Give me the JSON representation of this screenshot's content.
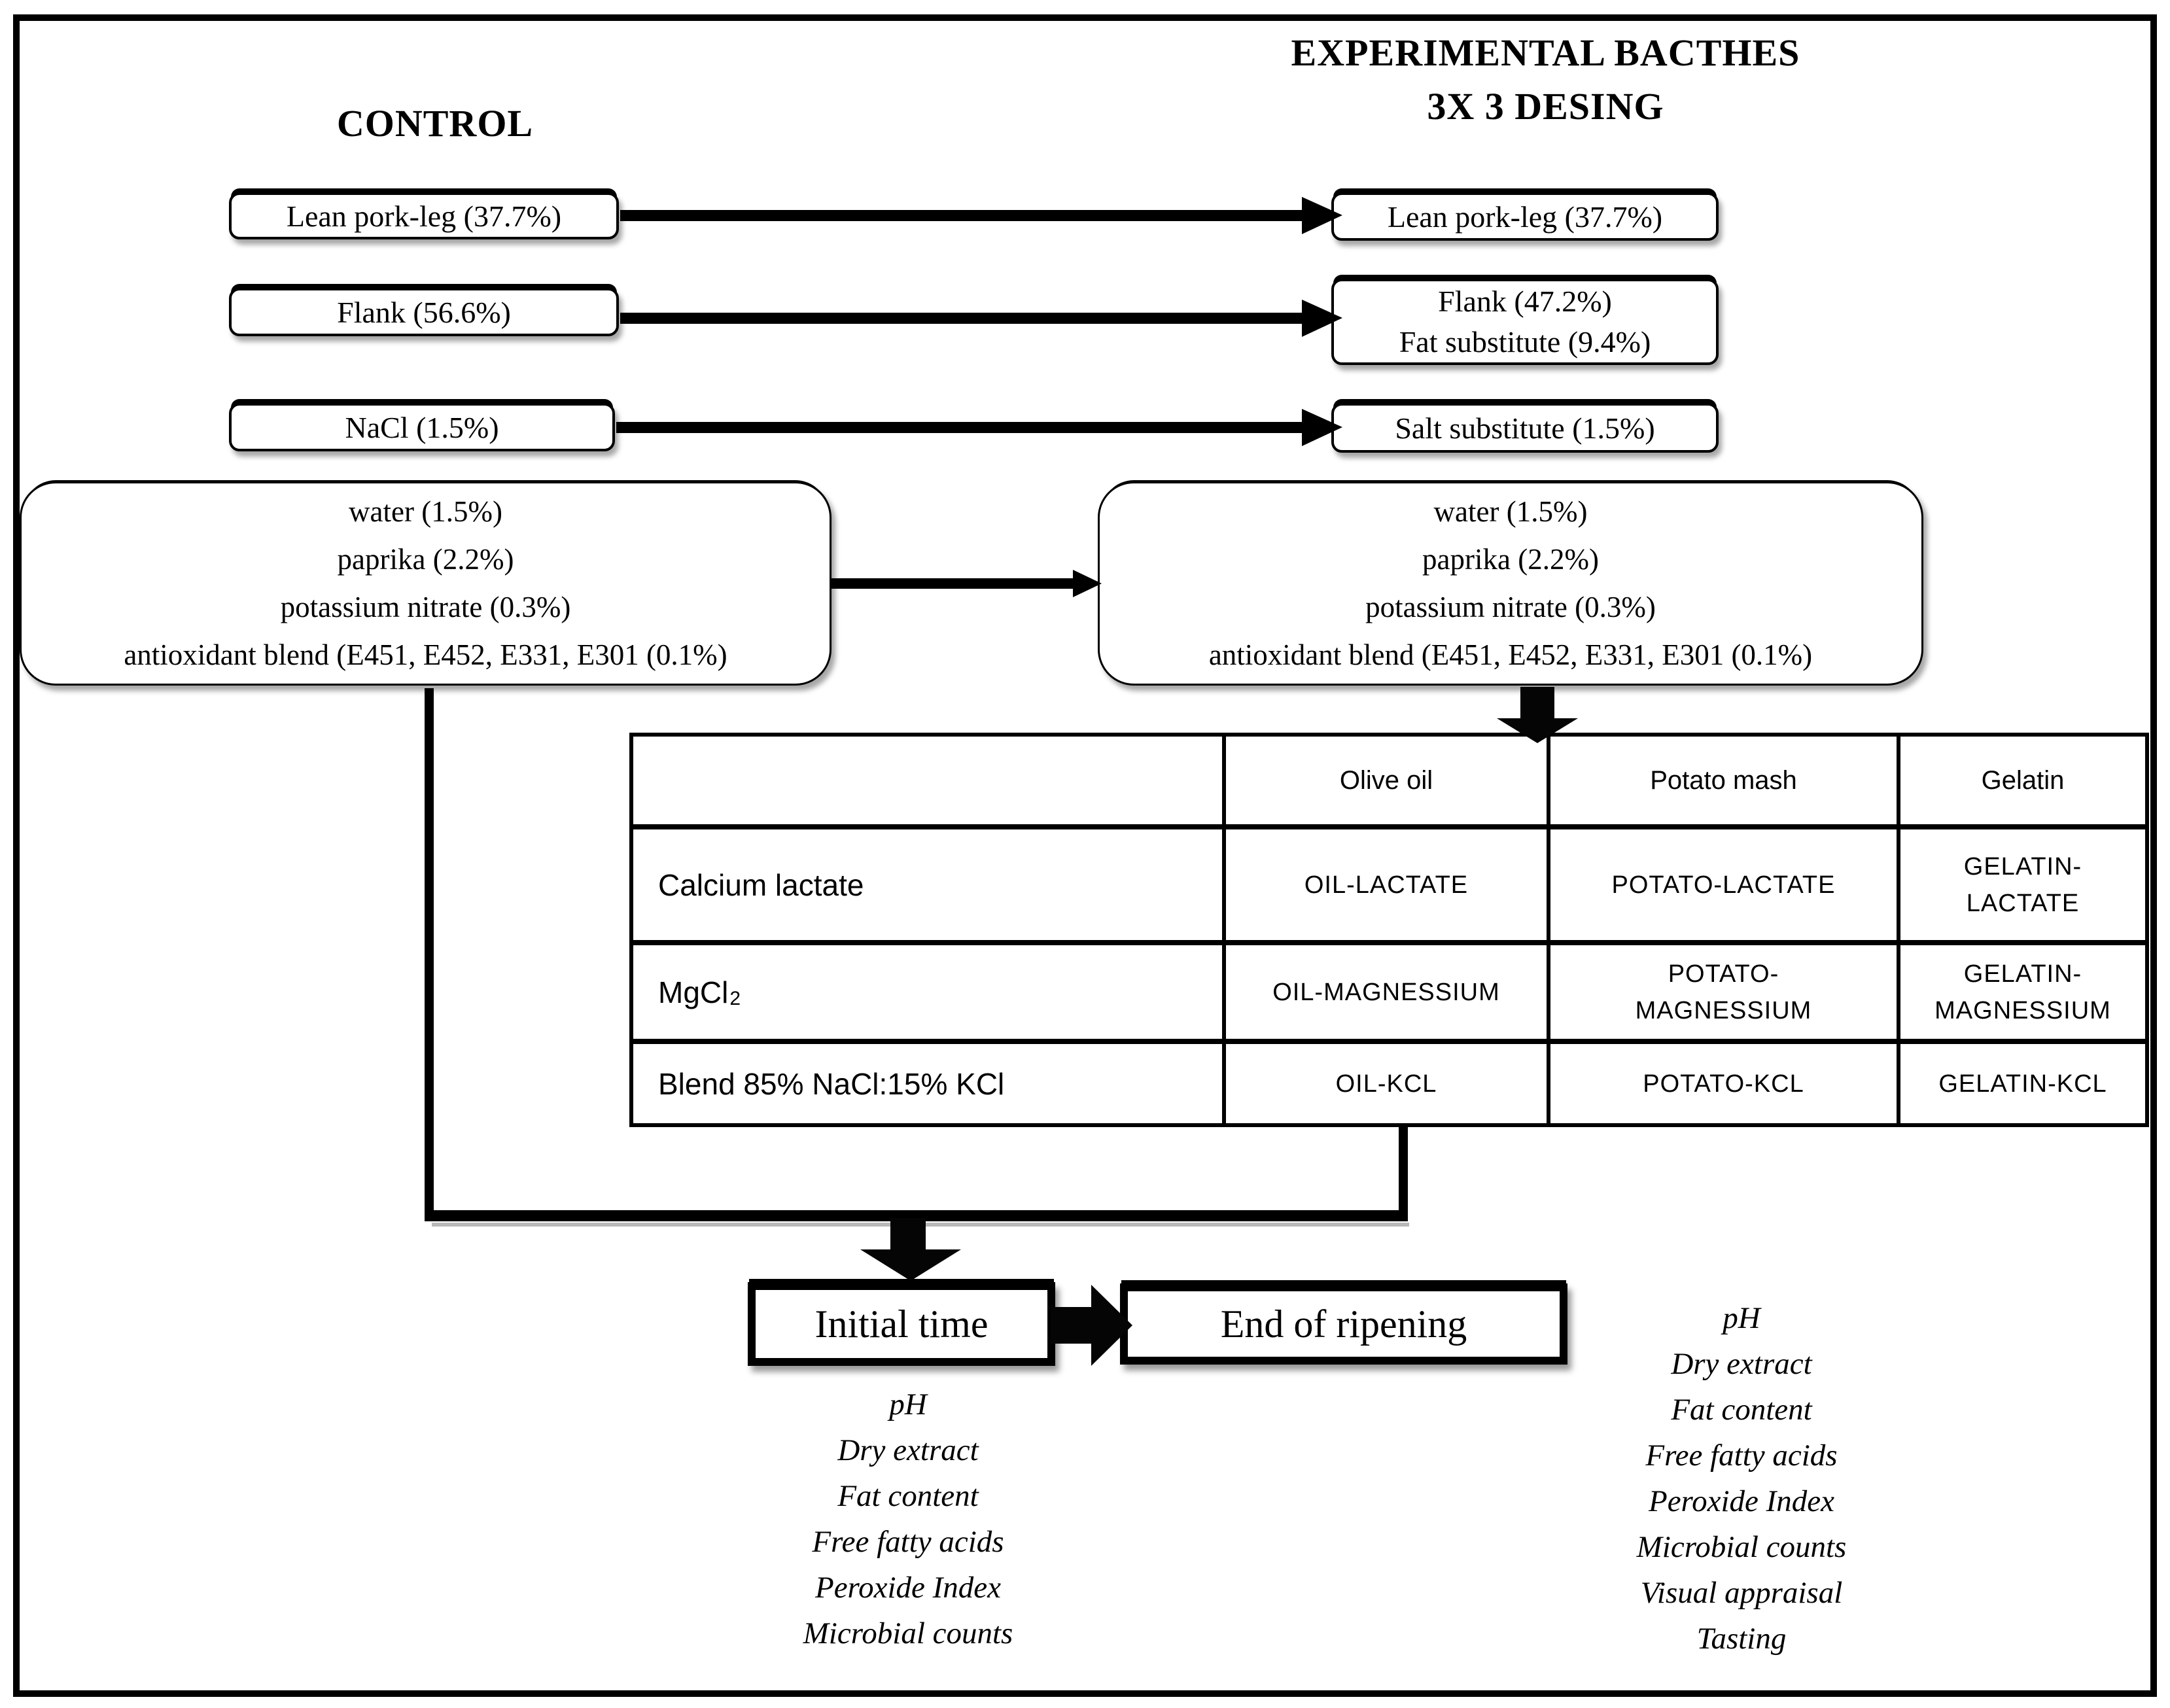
{
  "figure": {
    "headings": {
      "control": "CONTROL",
      "experimental_line1": "EXPERIMENTAL BACTHES",
      "experimental_line2": "3X 3 DESING"
    },
    "control_column": {
      "box1": "Lean pork-leg (37.7%)",
      "box2": "Flank (56.6%)",
      "box3": "NaCl (1.5%)",
      "box4_lines": [
        "water (1.5%)",
        "paprika (2.2%)",
        "potassium nitrate (0.3%)",
        "antioxidant blend (E451, E452, E331, E301 (0.1%)"
      ]
    },
    "experimental_column": {
      "box1": "Lean pork-leg (37.7%)",
      "box2_line1": "Flank (47.2%)",
      "box2_line2": "Fat substitute (9.4%)",
      "box3": "Salt substitute (1.5%)",
      "box4_lines": [
        "water (1.5%)",
        "paprika (2.2%)",
        "potassium nitrate (0.3%)",
        "antioxidant blend (E451, E452, E331, E301 (0.1%)"
      ]
    },
    "table": {
      "headers": [
        "",
        "Olive oil",
        "Potato mash",
        "Gelatin"
      ],
      "rows": [
        {
          "label": "Calcium lactate",
          "label_sub": "",
          "cells": [
            "OIL-LACTATE",
            "POTATO-LACTATE",
            "GELATIN-\nLACTATE"
          ]
        },
        {
          "label": "MgCl",
          "label_sub": "2",
          "cells": [
            "OIL-MAGNESSIUM",
            "POTATO-\nMAGNESSIUM",
            "GELATIN-\nMAGNESSIUM"
          ]
        },
        {
          "label": "Blend 85% NaCl:15% KCl",
          "label_sub": "",
          "cells": [
            "OIL-KCL",
            "POTATO-KCL",
            "GELATIN-KCL"
          ]
        }
      ]
    },
    "timeline": {
      "initial_box": "Initial time",
      "end_box": "End of ripening"
    },
    "initial_metrics": [
      "pH",
      "Dry extract",
      "Fat content",
      "Free fatty acids",
      "Peroxide Index",
      "Microbial counts"
    ],
    "end_metrics": [
      "pH",
      "Dry extract",
      "Fat content",
      "Free fatty acids",
      "Peroxide Index",
      "Microbial counts",
      "Visual appraisal",
      "Tasting"
    ]
  }
}
